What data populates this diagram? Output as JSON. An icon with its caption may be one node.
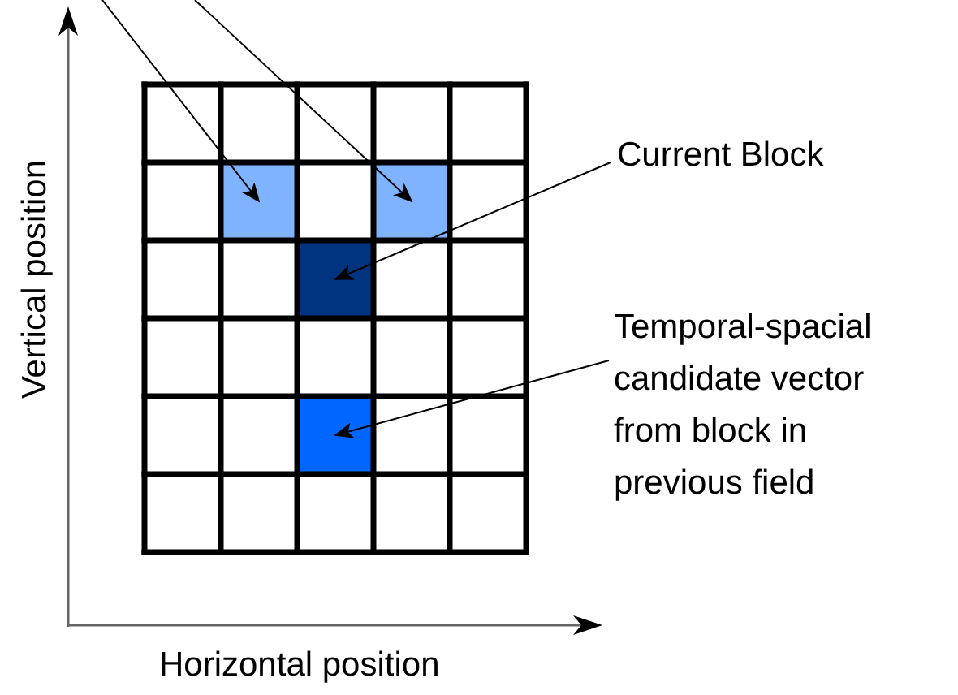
{
  "diagram": {
    "nodes": [
      {
        "text": [],
        "shape": "box"
      },
      {
        "text": [],
        "shape": "box"
      },
      {
        "text": [
          "Current Block"
        ]
      },
      {
        "text": [],
        "shape": "box"
      },
      {
        "text": [
          "Temporal-spacial candidate vector from block in previous field"
        ]
      },
      {
        "text": [],
        "shape": "box"
      }
    ],
    "edges": [
      {
        "from": null,
        "to": 0,
        "arrow": "to"
      },
      {
        "from": null,
        "to": 1,
        "arrow": "to"
      },
      {
        "from": 2,
        "to": 3,
        "arrow": "to"
      },
      {
        "from": 4,
        "to": 5,
        "arrow": "to"
      }
    ],
    "labels": [
      "Vertical position",
      "Horizontal position"
    ]
  }
}
